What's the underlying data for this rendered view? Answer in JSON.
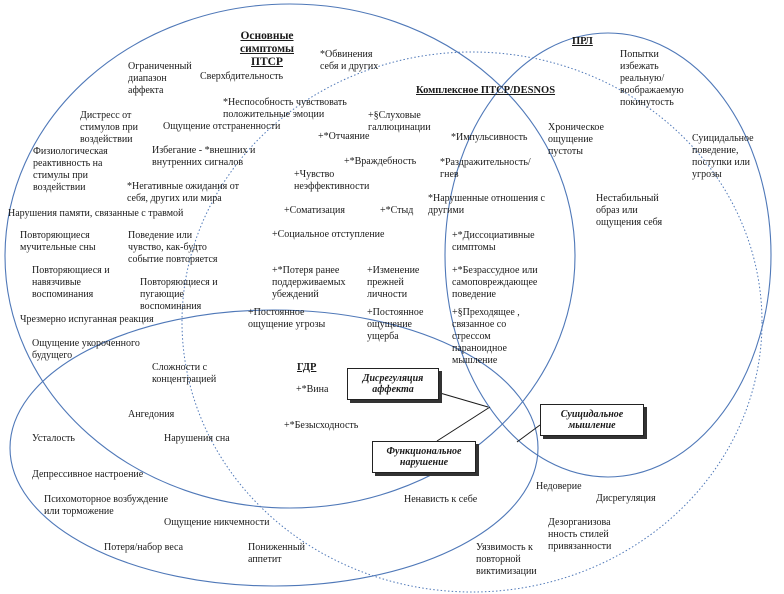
{
  "headers": {
    "ptsd": "Основные\nсимптомы\nПТСР",
    "bpd": "ПРЛ",
    "complex": "Комплексное ПТСР/DESNOS",
    "gad": "ГДР"
  },
  "labels": {
    "restricted_affect": "Ограниченный\nдиапазон\nаффекта",
    "hypervigilance": "Сверхбдительность",
    "blame": "*Обвинения\nсебя и других",
    "abandonment": "Попытки\nизбежать\nреальную/\nвоображаемую\nпокинутость",
    "distress_stimuli": "Дистресс от\nстимулов при\nвоздействии",
    "no_positive": "*Неспособность чувствовать\nположительные эмоции",
    "hallucinations": "+§Слуховые\nгаллюцинации",
    "detachment": "Ощущение отстраненности",
    "despair": "+*Отчаяние",
    "impulsivity": "*Импульсивность",
    "emptiness": "Хроническое\nощущение\nпустоты",
    "suicidal_behavior": "Суицидальное\nповедение,\nпоступки или\nугрозы",
    "physio": "Физиологическая\nреактивность на\nстимулы при\nвоздействии",
    "avoidance": "Избегание  - *внешних и\nвнутренних сигналов",
    "hostility": "+*Враждебность",
    "irritability": "*Раздражительность/\nгнев",
    "ineffectiveness": "+Чувство\nнеэффективности",
    "negative_expectations": "*Негативные ожидания от\nсебя, других или мира",
    "disturbed_relations": "*Нарушенные отношения с\nдругими",
    "unstable_image": "Нестабильный\nобраз  или\nощущения себя",
    "memory_problems": "Нарушения памяти, связанные с травмой",
    "somatization": "+Соматизация",
    "shame": "+*Стыд",
    "repeated_dreams": "Повторяющиеся\nмучительные сны",
    "reliving": "Поведение или\nчувство, как-будто\nсобытие повторяется",
    "social_withdrawal": "+Социальное отступление",
    "dissociative": "+*Диссоциативные\nсимптомы",
    "intrusive_memories": "Повторяющиеся и\nнавязчивые\nвоспоминания",
    "lost_beliefs": "+*Потеря ранее\nподдерживаемых\nубеждений",
    "changed_personality": "+Изменение\nпрежней\nличности",
    "reckless": "+*Безрассудное или\nсамоповреждающее\nповедение",
    "frightening_memories": "Повторяющиеся и\nпугающие\nвоспоминания",
    "startle": "Чрезмерно испуганная реакция",
    "constant_threat": "+Постоянное\nощущение угрозы",
    "constant_damage": "+Постоянное\nощущение\nущерба",
    "transient_paranoid": "+§Преходящее ,\nсвязанное со\nстрессом\nпараноидное\nмышление",
    "foreshortened": "Ощущение укороченного\nбудущего",
    "concentration": "Сложности с\nконцентрацией",
    "guilt": "+*Вина",
    "anhedonia": "Ангедония",
    "hopelessness": "+*Безысходность",
    "fatigue": "Усталость",
    "sleep": "Нарушения сна",
    "depressed_mood": "Депрессивное настроение",
    "psychomotor": "Психомоторное возбуждение\nили торможение",
    "self_hatred": "Ненависть к себе",
    "mistrust": "Недоверие",
    "dysregulation": "Дисрегуляция",
    "worthlessness": "Ощущение никчемности",
    "disorganized_attachment": "Дезорганизова\nнность стилей\nпривязанности",
    "weight": "Потеря/набор веса",
    "low_appetite": "Пониженный\nаппетит",
    "revictimization": "Уязвимость к\nповторной\nвиктимизации"
  },
  "callouts": {
    "affect_dysregulation": "Дисрегуляция\nаффекта",
    "suicidal_thinking": "Суицидальное\nмышление",
    "functional_impairment": "Функциональное\nнарушение"
  },
  "colors": {
    "circle_stroke": "#4f78b8",
    "line": "#1a1a1a"
  }
}
